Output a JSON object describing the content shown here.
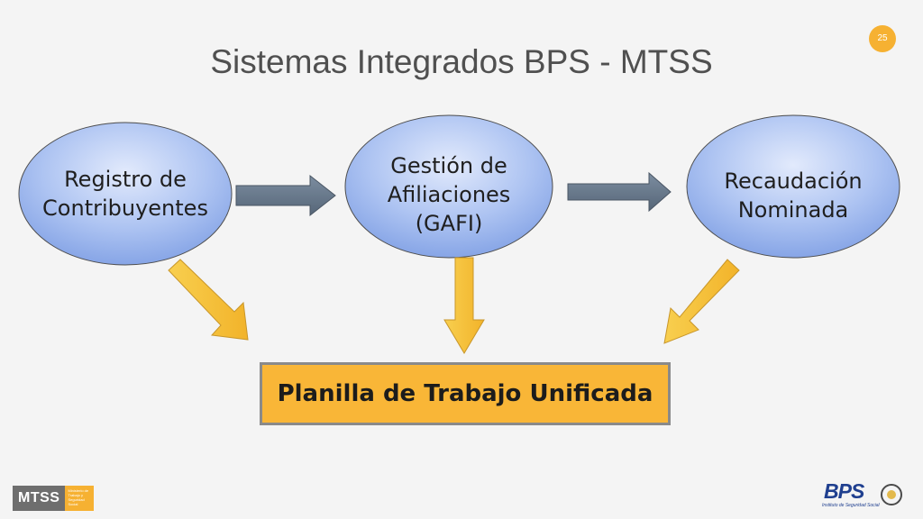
{
  "slide": {
    "title": "Sistemas Integrados BPS - MTSS",
    "page_number": "25"
  },
  "nodes": {
    "registro": {
      "line1": "Registro de",
      "line2": "Contribuyentes"
    },
    "gafi": {
      "line1": "Gestión de",
      "line2": "Afiliaciones",
      "line3": "(GAFI)"
    },
    "recaudacion": {
      "line1": "Recaudación",
      "line2": "Nominada"
    }
  },
  "result": {
    "label": "Planilla de Trabajo Unificada"
  },
  "logos": {
    "mtss": {
      "mark": "MTSS",
      "sub": "Ministerio de Trabajo y Seguridad Social"
    },
    "bps": {
      "name": "BPS",
      "tag": "Instituto de Seguridad Social"
    }
  },
  "colors": {
    "node_fill": "#9db7ef",
    "arrow_gray": "#687a8c",
    "arrow_yellow": "#f5c13a",
    "result_fill": "#f9b637",
    "accent": "#f6b132"
  }
}
